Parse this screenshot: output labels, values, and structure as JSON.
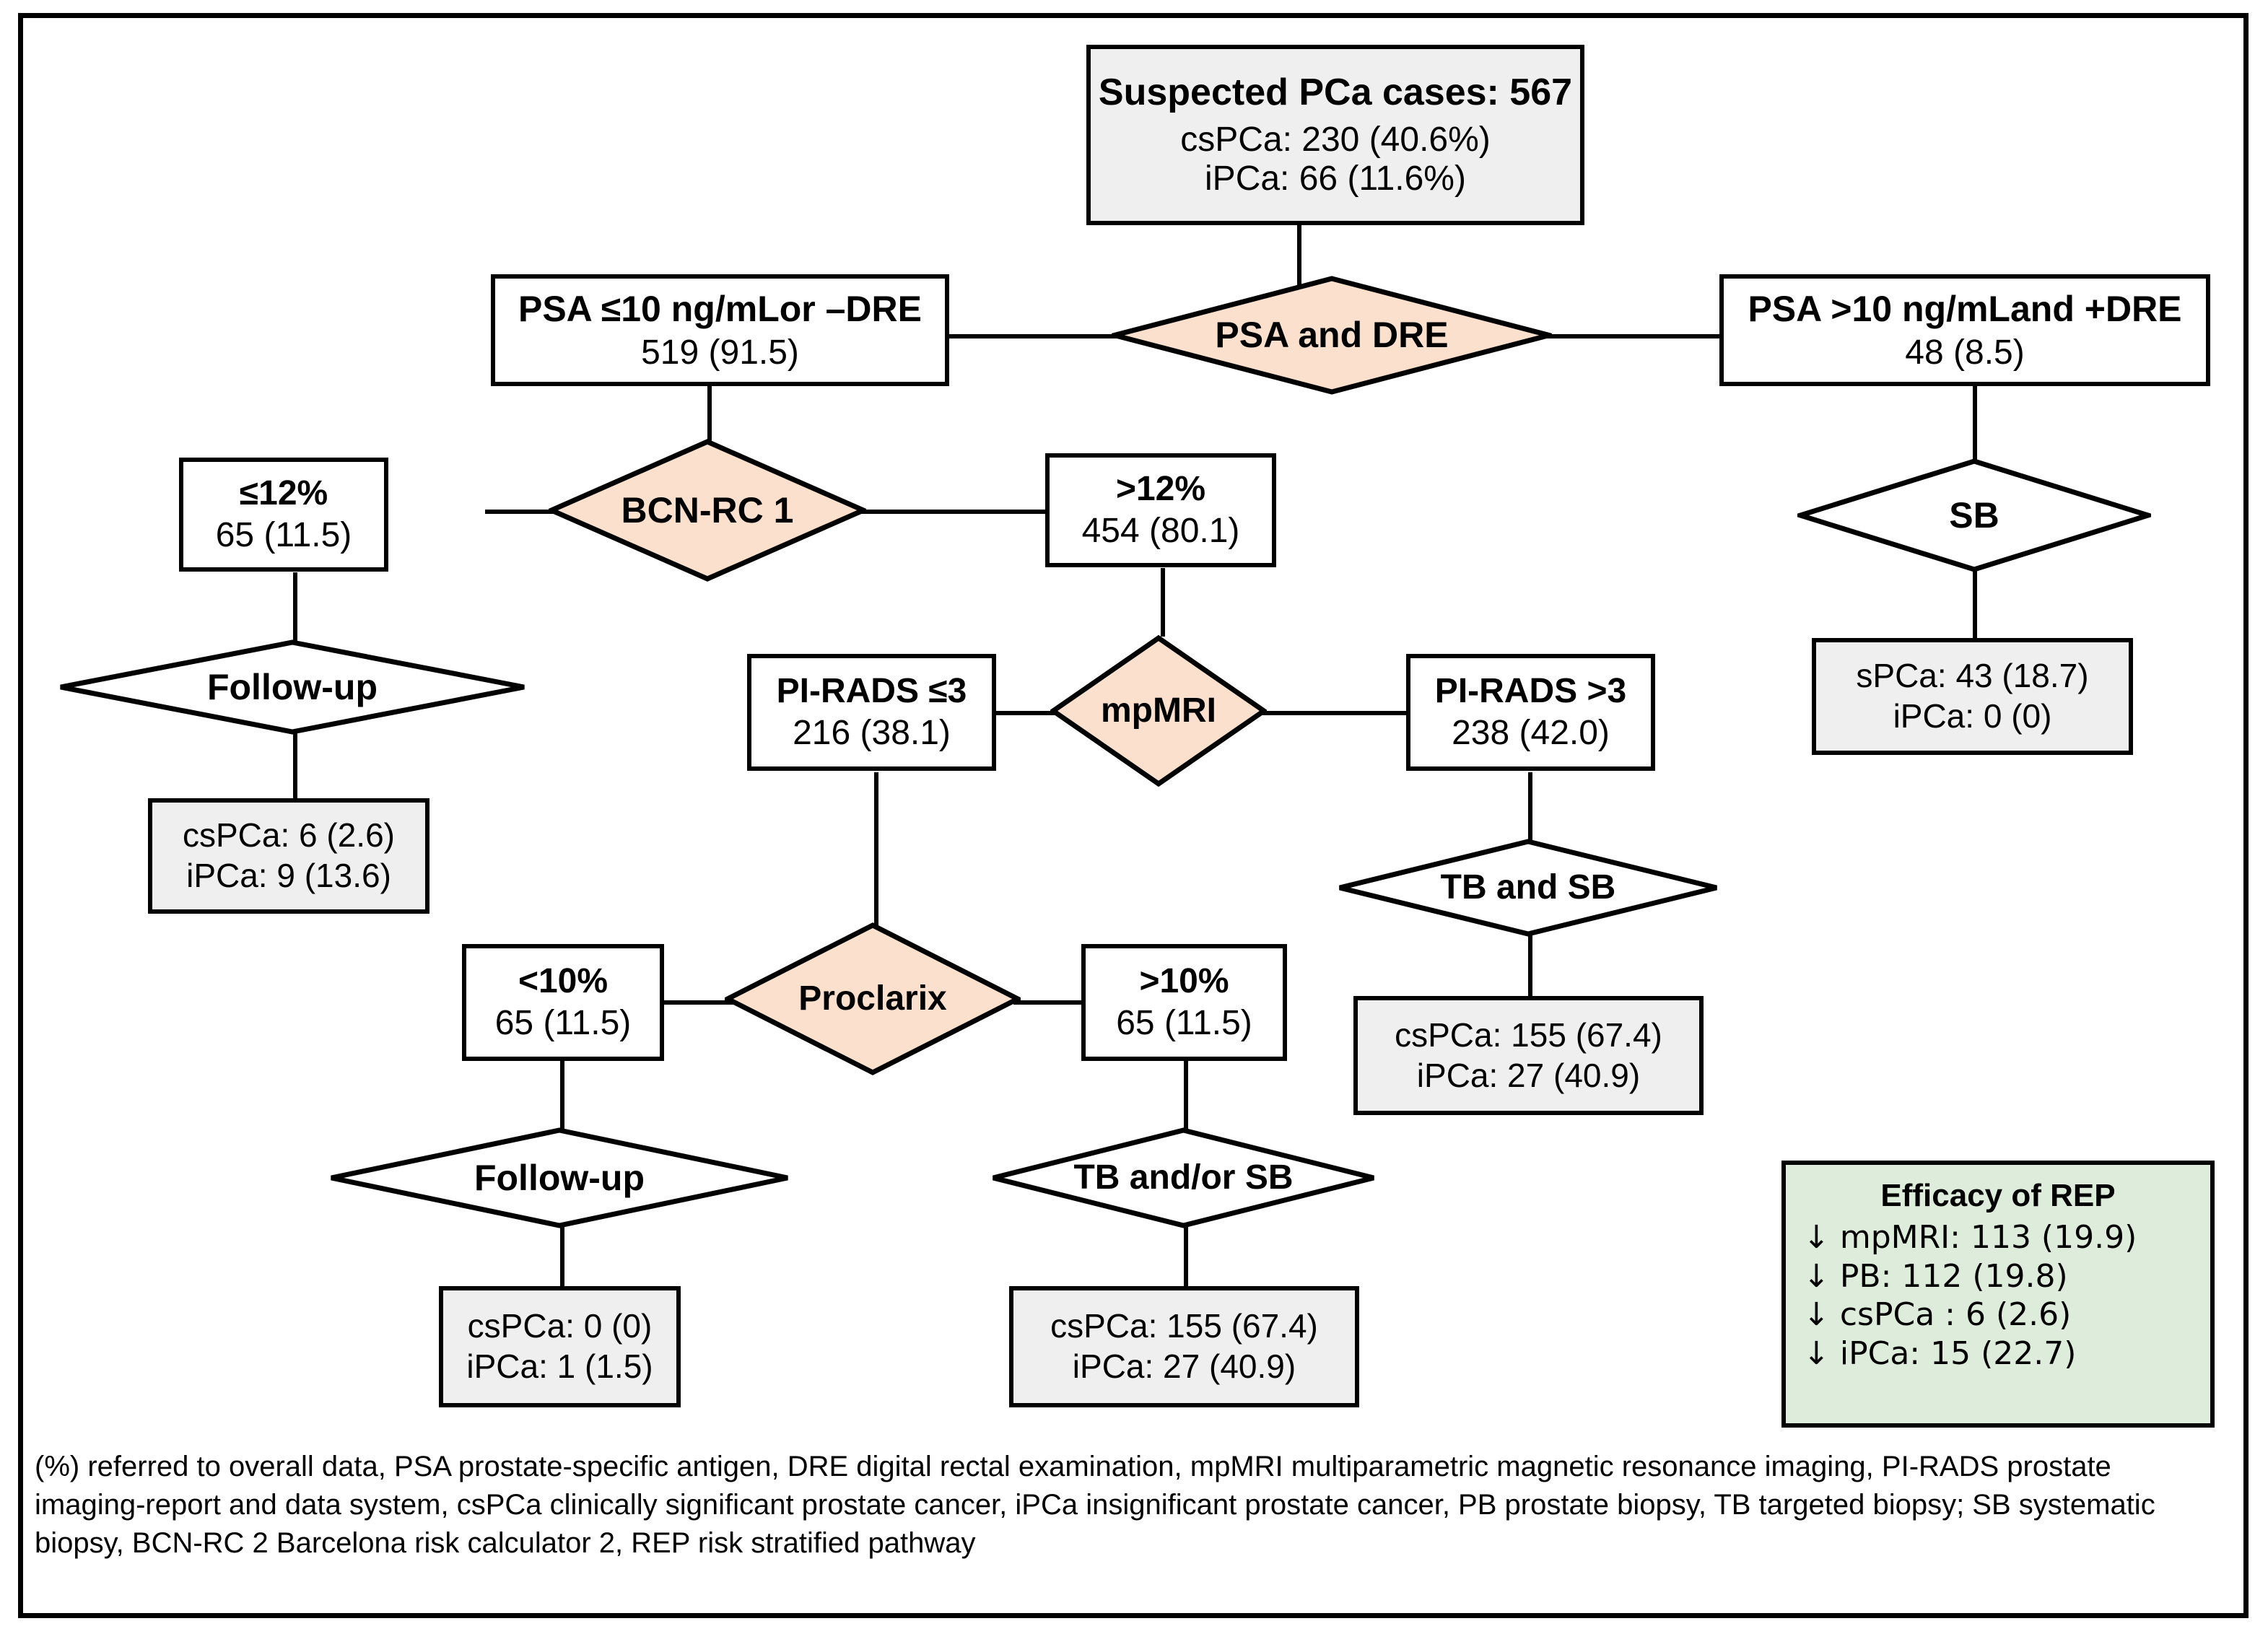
{
  "diagram": {
    "title": "REP risk stratified pathway flowchart",
    "colors": {
      "diamond_fill": "#fbe0ce",
      "result_fill": "#efefef",
      "legend_fill": "#deeddb",
      "stroke": "#000000",
      "background": "#ffffff"
    },
    "nodes": {
      "root": {
        "line1": "Suspected PCa cases: 567",
        "line2": "csPCa: 230 (40.6%)",
        "line3": "iPCa: 66 (11.6%)"
      },
      "psa_dre_decision": {
        "label": "PSA and DRE"
      },
      "psa_low": {
        "line1": "PSA ≤10 ng/mLor –DRE",
        "line2": "519 (91.5)"
      },
      "psa_high": {
        "line1": "PSA >10 ng/mLand +DRE",
        "line2": "48 (8.5)"
      },
      "bcnrc_decision": {
        "label": "BCN-RC 1"
      },
      "bcn_low": {
        "line1": "≤12%",
        "line2": "65 (11.5)"
      },
      "bcn_high": {
        "line1": ">12%",
        "line2": "454 (80.1)"
      },
      "followup_bcn_decision": {
        "label": "Follow-up"
      },
      "followup_bcn_result": {
        "line1": "csPCa: 6 (2.6)",
        "line2": "iPCa: 9 (13.6)"
      },
      "mpmri_decision": {
        "label": "mpMRI"
      },
      "pirads_low": {
        "line1": "PI-RADS ≤3",
        "line2": "216 (38.1)"
      },
      "pirads_high": {
        "line1": "PI-RADS >3",
        "line2": "238 (42.0)"
      },
      "sb_decision": {
        "label": "SB"
      },
      "sb_result": {
        "line1": "sPCa: 43 (18.7)",
        "line2": "iPCa: 0 (0)"
      },
      "tb_and_sb_decision": {
        "label": "TB and SB"
      },
      "tb_and_sb_result": {
        "line1": "csPCa: 155 (67.4)",
        "line2": "iPCa: 27 (40.9)"
      },
      "proclarix_decision": {
        "label": "Proclarix"
      },
      "proclarix_low": {
        "line1": "<10%",
        "line2": "65 (11.5)"
      },
      "proclarix_high": {
        "line1": ">10%",
        "line2": "65 (11.5)"
      },
      "followup_proclarix_decision": {
        "label": "Follow-up"
      },
      "followup_proclarix_result": {
        "line1": "csPCa: 0 (0)",
        "line2": "iPCa: 1 (1.5)"
      },
      "tb_andor_sb_decision": {
        "label": "TB and/or SB"
      },
      "tb_andor_sb_result": {
        "line1": "csPCa: 155 (67.4)",
        "line2": "iPCa: 27 (40.9)"
      }
    },
    "legend": {
      "title": "Efficacy of REP",
      "rows": [
        "↓ mpMRI: 113 (19.9)",
        "↓ PB: 112 (19.8)",
        "↓ csPCa : 6 (2.6)",
        "↓ iPCa: 15 (22.7)"
      ]
    },
    "footnote": "(%) referred to overall data, PSA prostate-specific antigen, DRE digital rectal examination, mpMRI multiparametric magnetic resonance imaging, PI-RADS prostate imaging-report and data system, csPCa clinically significant prostate cancer, iPCa insignificant prostate cancer, PB prostate biopsy, TB targeted biopsy; SB systematic biopsy, BCN-RC 2 Barcelona risk calculator 2, REP risk stratified pathway"
  }
}
